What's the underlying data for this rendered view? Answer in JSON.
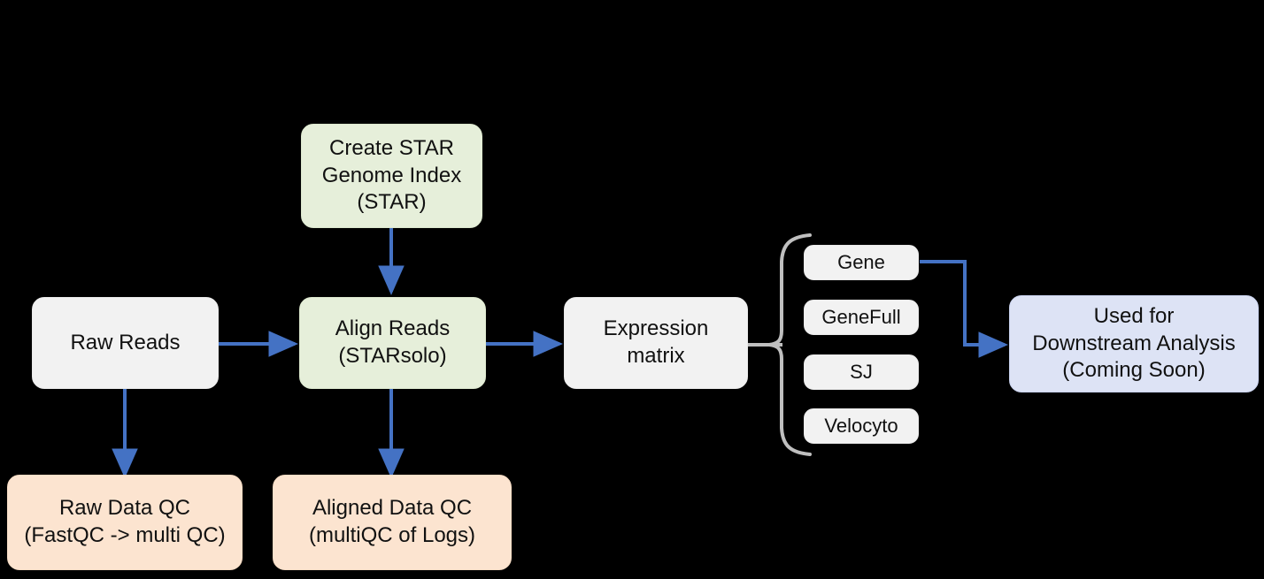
{
  "diagram": {
    "title": "STARsolo RNA-seq processing pipeline",
    "background_color": "#000000",
    "arrow_color": "#4472C4",
    "brace_color": "#BFBFBF",
    "connector_color": "#BFBFBF"
  },
  "nodes": {
    "create_star_index": {
      "label": "Create STAR\nGenome Index\n(STAR)",
      "fill": "#E6EFDA"
    },
    "raw_reads": {
      "label": "Raw Reads",
      "fill": "#F2F2F2"
    },
    "align_reads": {
      "label": "Align Reads\n(STARsolo)",
      "fill": "#E6EFDA"
    },
    "expression_matrix": {
      "label": "Expression\nmatrix",
      "fill": "#F2F2F2"
    },
    "raw_data_qc": {
      "label": "Raw Data QC\n(FastQC -> multi QC)",
      "fill": "#FCE4D0"
    },
    "aligned_data_qc": {
      "label": "Aligned Data QC\n(multiQC of Logs)",
      "fill": "#FCE4D0"
    },
    "downstream": {
      "label": "Used for\nDownstream Analysis\n(Coming Soon)",
      "fill": "#DDE3F5"
    }
  },
  "matrix_outputs": [
    {
      "label": "Gene"
    },
    {
      "label": "GeneFull"
    },
    {
      "label": "SJ"
    },
    {
      "label": "Velocyto"
    }
  ]
}
